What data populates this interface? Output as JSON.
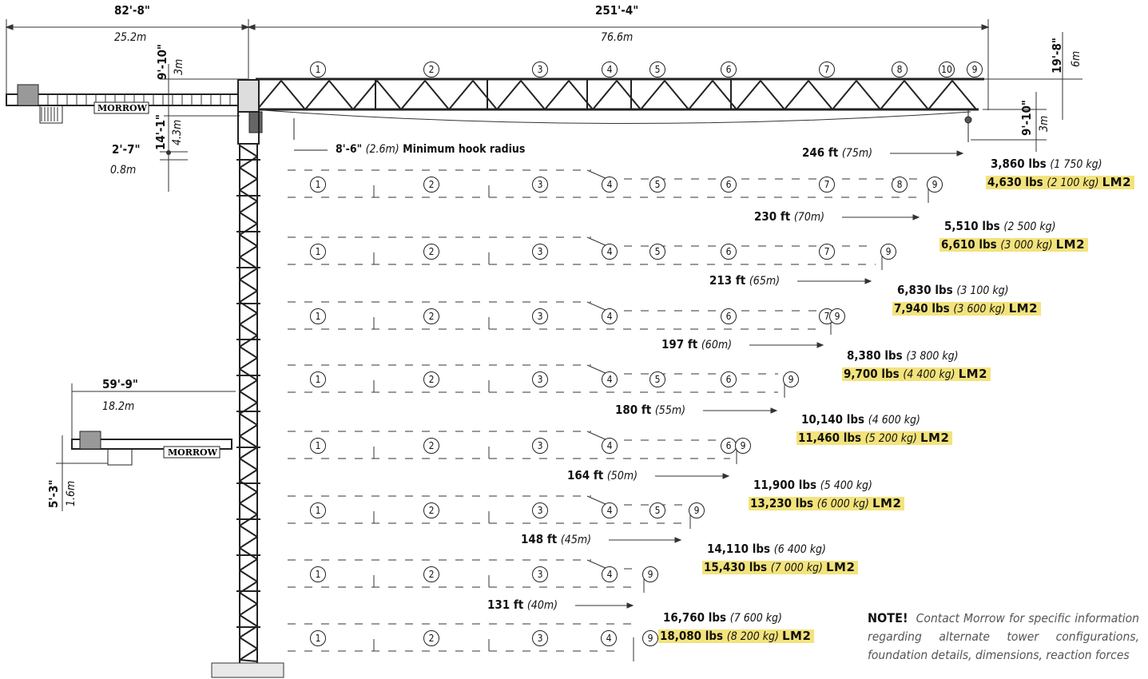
{
  "dimensions": {
    "counterjib_ft": "82'-8\"",
    "counterjib_m": "25.2m",
    "jib_ft": "251'-4\"",
    "jib_m": "76.6m",
    "cj_height_ft": "9'-10\"",
    "cj_height_m": "3m",
    "jib_height_ft": "19'-8\"",
    "jib_height_m": "6m",
    "tip_drop_ft": "9'-10\"",
    "tip_drop_m": "3m",
    "slew_ft": "14'-1\"",
    "slew_m": "4.3m",
    "pivot_ft": "2'-7\"",
    "pivot_m": "0.8m",
    "short_cj_ft": "59'-9\"",
    "short_cj_m": "18.2m",
    "short_cj_h_ft": "5'-3\"",
    "short_cj_h_m": "1.6m",
    "min_hook_ft": "8'-6\"",
    "min_hook_m": "(2.6m)",
    "min_hook_text": "Minimum hook radius"
  },
  "brand": "MORROW",
  "section_numbers_top": [
    "1",
    "2",
    "3",
    "4",
    "5",
    "6",
    "7",
    "8",
    "10",
    "9"
  ],
  "configs": [
    {
      "sections": [
        "1",
        "2",
        "3",
        "4",
        "5",
        "6",
        "7",
        "8",
        "9"
      ],
      "radius_ft": "246 ft",
      "radius_m": "(75m)",
      "cap_lbs": "3,860 lbs",
      "cap_kg": "(1 750 kg)",
      "lm2_lbs": "4,630 lbs",
      "lm2_kg": "(2 100 kg)"
    },
    {
      "sections": [
        "1",
        "2",
        "3",
        "4",
        "5",
        "6",
        "7",
        "9"
      ],
      "radius_ft": "230 ft",
      "radius_m": "(70m)",
      "cap_lbs": "5,510 lbs",
      "cap_kg": "(2 500 kg)",
      "lm2_lbs": "6,610 lbs",
      "lm2_kg": "(3 000 kg)"
    },
    {
      "sections": [
        "1",
        "2",
        "3",
        "4",
        "6",
        "7",
        "9"
      ],
      "radius_ft": "213 ft",
      "radius_m": "(65m)",
      "cap_lbs": "6,830 lbs",
      "cap_kg": "(3 100 kg)",
      "lm2_lbs": "7,940 lbs",
      "lm2_kg": "(3 600 kg)"
    },
    {
      "sections": [
        "1",
        "2",
        "3",
        "4",
        "5",
        "6",
        "9"
      ],
      "radius_ft": "197 ft",
      "radius_m": "(60m)",
      "cap_lbs": "8,380 lbs",
      "cap_kg": "(3 800 kg)",
      "lm2_lbs": "9,700 lbs",
      "lm2_kg": "(4 400 kg)"
    },
    {
      "sections": [
        "1",
        "2",
        "3",
        "4",
        "6",
        "9"
      ],
      "radius_ft": "180 ft",
      "radius_m": "(55m)",
      "cap_lbs": "10,140 lbs",
      "cap_kg": "(4 600 kg)",
      "lm2_lbs": "11,460 lbs",
      "lm2_kg": "(5 200 kg)"
    },
    {
      "sections": [
        "1",
        "2",
        "3",
        "4",
        "5",
        "9"
      ],
      "radius_ft": "164 ft",
      "radius_m": "(50m)",
      "cap_lbs": "11,900 lbs",
      "cap_kg": "(5 400 kg)",
      "lm2_lbs": "13,230 lbs",
      "lm2_kg": "(6 000 kg)"
    },
    {
      "sections": [
        "1",
        "2",
        "3",
        "4",
        "9"
      ],
      "radius_ft": "148 ft",
      "radius_m": "(45m)",
      "cap_lbs": "14,110 lbs",
      "cap_kg": "(6 400 kg)",
      "lm2_lbs": "15,430 lbs",
      "lm2_kg": "(7 000 kg)"
    },
    {
      "sections": [],
      "radius_ft": "131 ft",
      "radius_m": "(40m)",
      "cap_lbs": "16,760 lbs",
      "cap_kg": "(7 600 kg)",
      "lm2_lbs": "18,080 lbs",
      "lm2_kg": "(8 200 kg)"
    }
  ],
  "lm2_tag": "LM2",
  "note_title": "NOTE!",
  "note_text": "Contact Morrow for specific information regarding alternate tower configurations, foundation details, dimensions, reaction forces"
}
